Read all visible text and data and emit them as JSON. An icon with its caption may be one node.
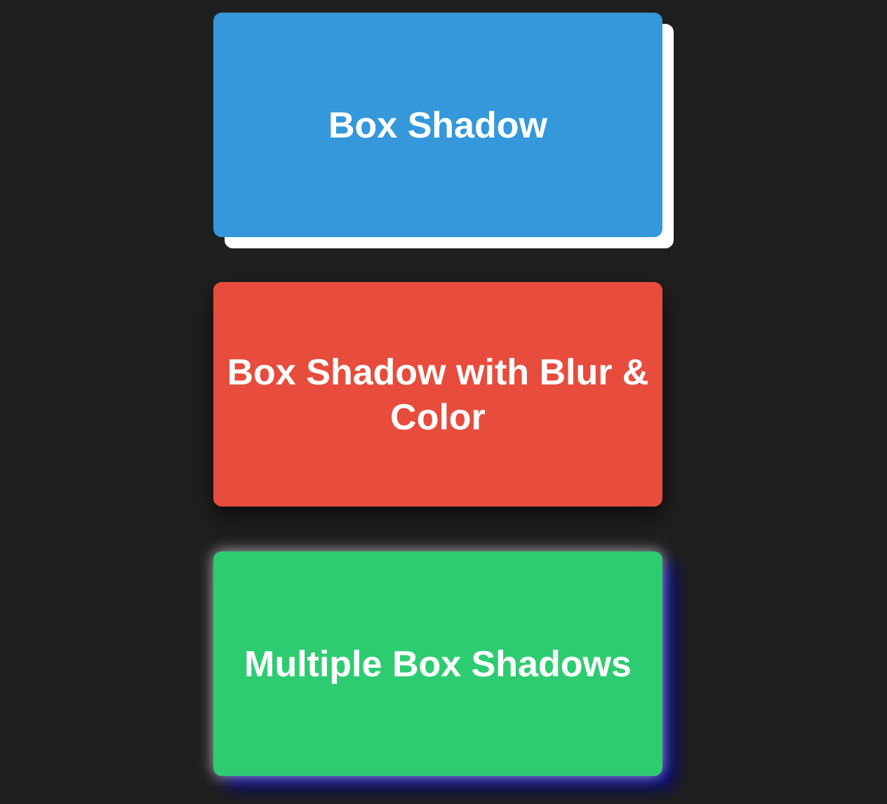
{
  "diagram": {
    "nodes": [
      {
        "text": [
          "Box Shadow"
        ]
      },
      {
        "text": [
          "Box Shadow with Blur & Color"
        ]
      },
      {
        "text": [
          "Multiple Box Shadows"
        ]
      }
    ]
  }
}
